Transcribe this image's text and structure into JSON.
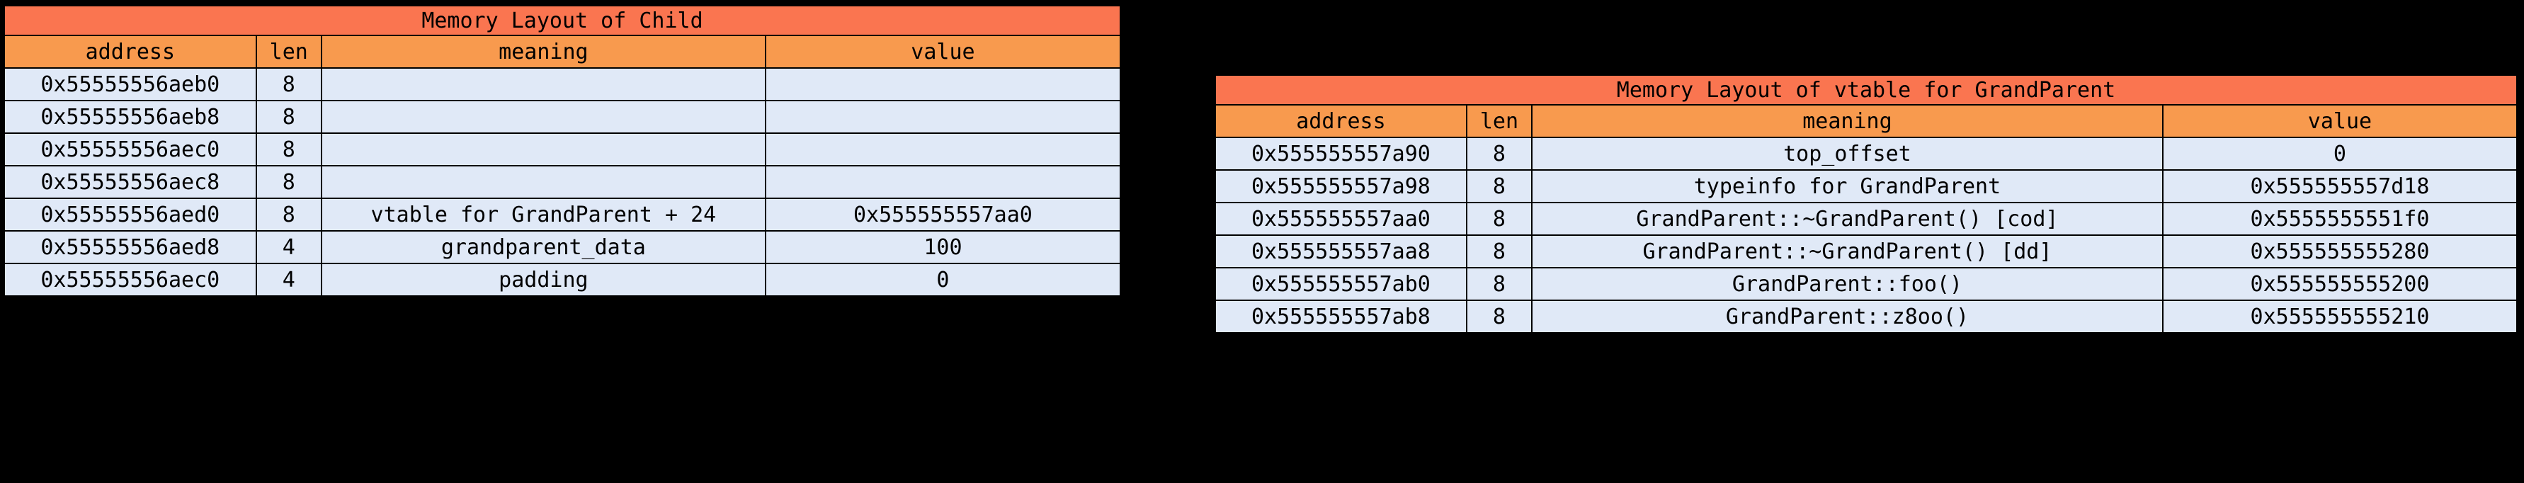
{
  "theme": {
    "background": "#000000",
    "title_bar_color": "#fa7550",
    "header_row_color": "#f89a4e",
    "data_row_color": "#e0e9f7",
    "border_color": "#000000",
    "text_color": "#000000"
  },
  "tables": [
    {
      "id": "child",
      "title": "Memory Layout of Child",
      "columns": [
        "address",
        "len",
        "meaning",
        "value"
      ],
      "rows": [
        {
          "address": "0x55555556aeb0",
          "len": "8",
          "meaning": "",
          "value": ""
        },
        {
          "address": "0x55555556aeb8",
          "len": "8",
          "meaning": "",
          "value": ""
        },
        {
          "address": "0x55555556aec0",
          "len": "8",
          "meaning": "",
          "value": ""
        },
        {
          "address": "0x55555556aec8",
          "len": "8",
          "meaning": "",
          "value": ""
        },
        {
          "address": "0x55555556aed0",
          "len": "8",
          "meaning": "vtable for GrandParent + 24",
          "value": "0x555555557aa0"
        },
        {
          "address": "0x55555556aed8",
          "len": "4",
          "meaning": "grandparent_data",
          "value": "100"
        },
        {
          "address": "0x55555556aec0",
          "len": "4",
          "meaning": "padding",
          "value": "0"
        }
      ]
    },
    {
      "id": "vtable",
      "title": "Memory Layout of vtable for GrandParent",
      "columns": [
        "address",
        "len",
        "meaning",
        "value"
      ],
      "rows": [
        {
          "address": "0x555555557a90",
          "len": "8",
          "meaning": "top_offset",
          "value": "0"
        },
        {
          "address": "0x555555557a98",
          "len": "8",
          "meaning": "typeinfo for GrandParent",
          "value": "0x555555557d18"
        },
        {
          "address": "0x555555557aa0",
          "len": "8",
          "meaning": "GrandParent::~GrandParent() [cod]",
          "value": "0x5555555551f0"
        },
        {
          "address": "0x555555557aa8",
          "len": "8",
          "meaning": "GrandParent::~GrandParent() [dd]",
          "value": "0x555555555280"
        },
        {
          "address": "0x555555557ab0",
          "len": "8",
          "meaning": "GrandParent::foo()",
          "value": "0x555555555200"
        },
        {
          "address": "0x555555557ab8",
          "len": "8",
          "meaning": "GrandParent::z8oo()",
          "value": "0x555555555210"
        }
      ]
    }
  ]
}
